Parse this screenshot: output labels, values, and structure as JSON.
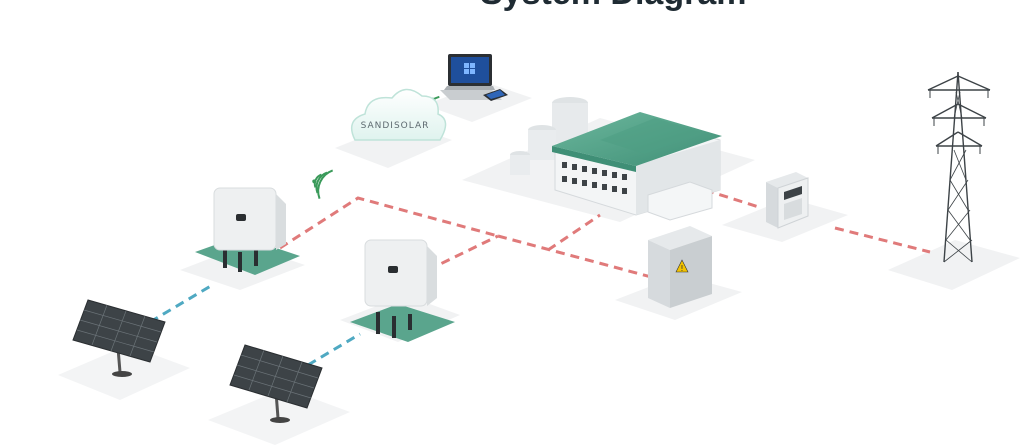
{
  "title": "System Diagram",
  "cloud": {
    "label": "SANDISOLAR"
  },
  "colors": {
    "ac_line": "#e07a7a",
    "dc_line": "#4fa9c2",
    "accent_green": "#5aa58d",
    "platform": "#f1f2f3",
    "panel": "#3d4347",
    "device": "#eef0f1"
  },
  "nodes": [
    {
      "name": "pv-array-1",
      "kind": "solar-panel"
    },
    {
      "name": "pv-array-2",
      "kind": "solar-panel"
    },
    {
      "name": "hybrid-inverter-1",
      "kind": "inverter"
    },
    {
      "name": "hybrid-inverter-2",
      "kind": "inverter"
    },
    {
      "name": "cloud-monitoring",
      "kind": "cloud"
    },
    {
      "name": "laptop-and-phone",
      "kind": "monitoring-devices"
    },
    {
      "name": "factory",
      "kind": "load"
    },
    {
      "name": "distribution-cabinet",
      "kind": "ac-cabinet"
    },
    {
      "name": "electricity-meter",
      "kind": "meter"
    },
    {
      "name": "transmission-tower",
      "kind": "grid"
    }
  ],
  "icons": [
    "wifi-icon",
    "warning-icon",
    "windows-logo-icon"
  ]
}
